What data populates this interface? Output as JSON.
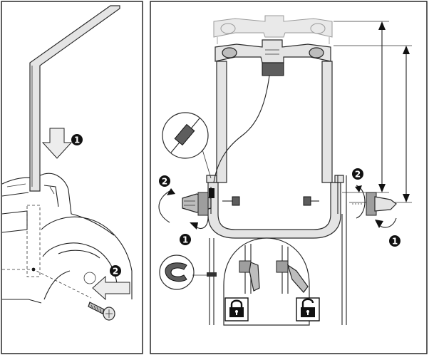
{
  "steps": {
    "left_step_1": "1",
    "left_step_2": "2",
    "right_step_2_left": "2",
    "right_step_1_left": "1",
    "right_step_2_right": "2",
    "right_step_1_right": "1"
  },
  "icons": {
    "locked": "padlock-closed-icon",
    "unlocked": "padlock-open-icon"
  }
}
